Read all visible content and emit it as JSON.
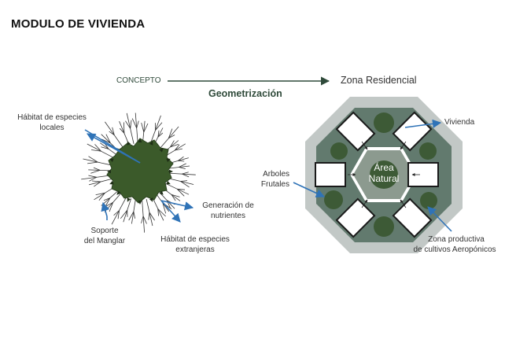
{
  "title": "MODULO DE VIVIENDA",
  "flow": {
    "concepto": "CONCEPTO",
    "geometrizacion": "Geometrización",
    "zona_residencial": "Zona Residencial"
  },
  "concept": {
    "labels": {
      "habitat_locales_1": "Hábitat de especies",
      "habitat_locales_2": "locales",
      "soporte_1": "Soporte",
      "soporte_2": "del Manglar",
      "habitat_extranjeras_1": "Hábitat de especies",
      "habitat_extranjeras_2": "extranjeras",
      "generacion_1": "Generación de",
      "generacion_2": "nutrientes"
    }
  },
  "module": {
    "center_1": "Área",
    "center_2": "Natural",
    "labels": {
      "vivienda": "Vivienda",
      "arboles_1": "Arboles",
      "arboles_2": "Frutales",
      "zona_prod_1": "Zona productiva",
      "zona_prod_2": "de cultivos Aeropónicos"
    }
  },
  "colors": {
    "arrow_blue": "#2f73b7",
    "moss": "#3b5a2a",
    "octagon_outer": "#c2c8c6",
    "octagon_inner": "#627a6e",
    "tree": "#3d5a36",
    "hexagon": "#8c9a8f"
  }
}
